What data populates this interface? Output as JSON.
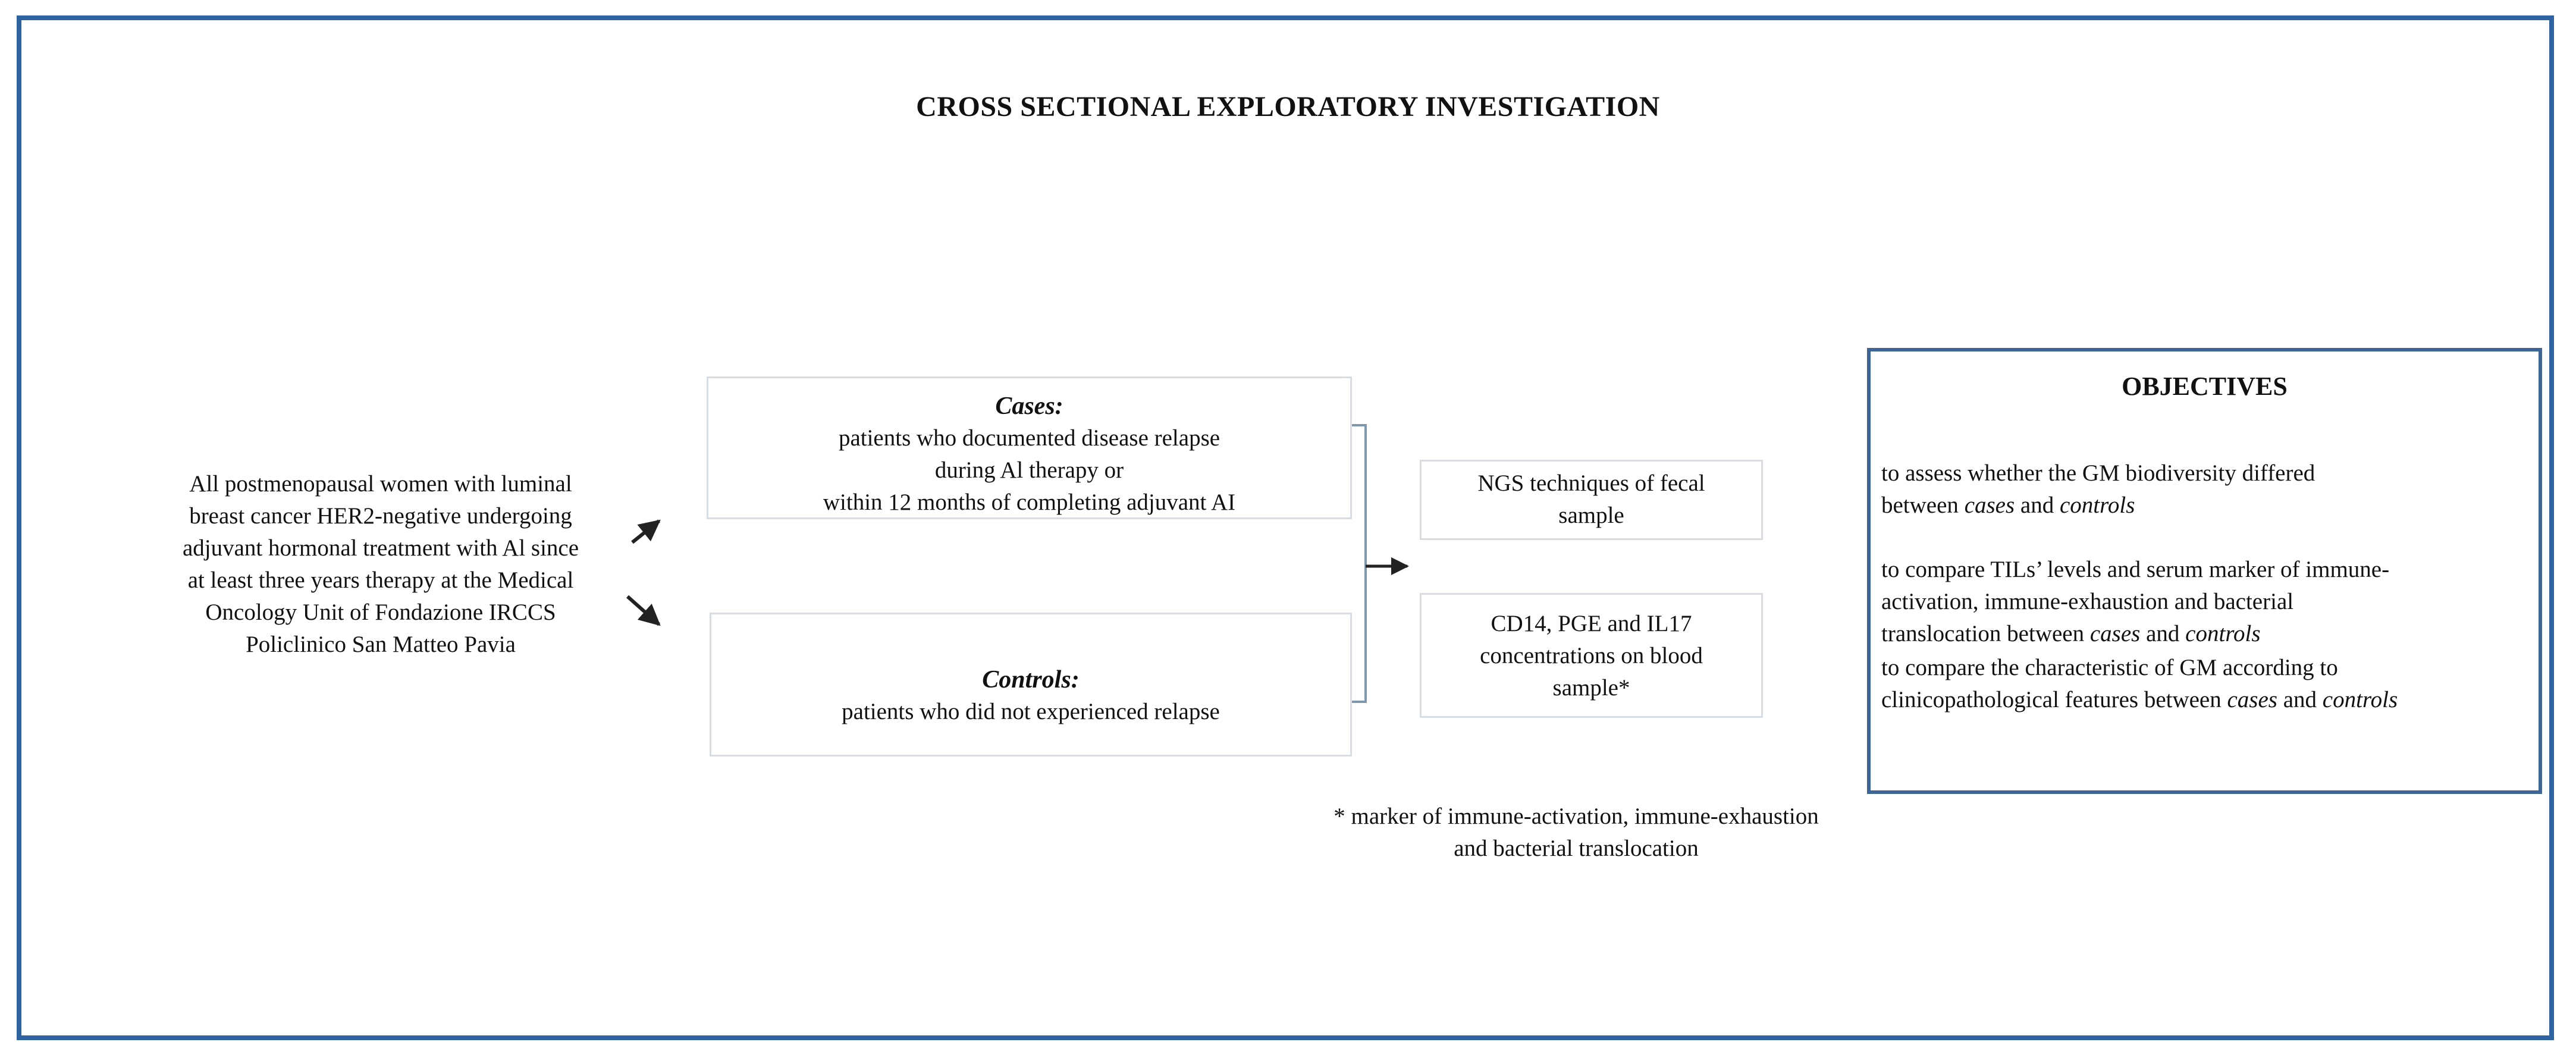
{
  "title": "CROSS SECTIONAL EXPLORATORY INVESTIGATION",
  "population": {
    "lines": [
      "All postmenopausal women with luminal",
      "breast cancer HER2-negative undergoing",
      "adjuvant hormonal treatment with Al since",
      "at least three years therapy at the Medical",
      "Oncology Unit of Fondazione IRCCS",
      "Policlinico San Matteo Pavia"
    ]
  },
  "cases": {
    "heading": "Cases:",
    "lines": [
      "patients who documented disease relapse",
      "during Al therapy or",
      "within 12 months of completing adjuvant AI"
    ]
  },
  "controls": {
    "heading": "Controls:",
    "line": "patients who did not experienced relapse"
  },
  "ngs": {
    "lines": [
      "NGS techniques of fecal",
      "sample"
    ]
  },
  "cd14": {
    "lines": [
      "CD14, PGE and IL17",
      "concentrations on blood",
      "sample*"
    ]
  },
  "footnote": {
    "lines": [
      "* marker of immune-activation, immune-exhaustion",
      "and bacterial translocation"
    ]
  },
  "objectives": {
    "title": "OBJECTIVES",
    "item1": {
      "line1": "to assess whether the GM biodiversity differed",
      "line2_a": "between ",
      "line2_cases": "cases",
      "line2_b": " and ",
      "line2_controls": "controls"
    },
    "item2": {
      "line1": "to compare TILs’ levels and serum marker of immune-",
      "line2": "activation, immune-exhaustion and bacterial",
      "line3_a": "translocation between ",
      "line3_cases": "cases",
      "line3_b": " and ",
      "line3_controls": "controls"
    },
    "item3": {
      "line1": "to compare the characteristic of GM according to",
      "line2_a": "clinicopathological features between ",
      "line2_cases": "cases",
      "line2_b": " and ",
      "line2_controls": "controls"
    }
  },
  "colors": {
    "frame": "#2e62a0",
    "objectives_border": "#3d6696",
    "box_border": "#d8dde3",
    "bracket": "#7f97ad"
  }
}
